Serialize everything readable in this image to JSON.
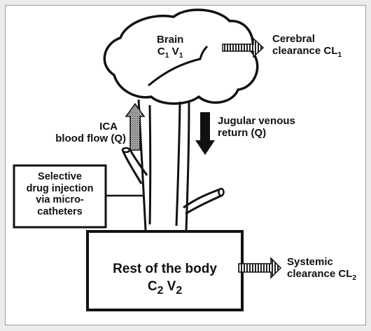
{
  "brain": {
    "name": "Brain",
    "c": "C",
    "c_sub": "1",
    "v": "V",
    "v_sub": "1"
  },
  "cerebral": {
    "line1": "Cerebral",
    "line2": "clearance CL",
    "sub": "1"
  },
  "ica": {
    "line1": "ICA",
    "line2": "blood flow (Q)"
  },
  "jugular": {
    "line1": "Jugular venous",
    "line2": "return (Q)"
  },
  "injection": {
    "line1": "Selective",
    "line2": "drug injection",
    "line3": "via micro-",
    "line4": "catheters"
  },
  "body": {
    "line1": "Rest of the body",
    "c": "C",
    "c_sub": "2",
    "v": "V",
    "v_sub": "2"
  },
  "systemic": {
    "line1": "Systemic",
    "line2": "clearance CL",
    "sub": "2"
  }
}
